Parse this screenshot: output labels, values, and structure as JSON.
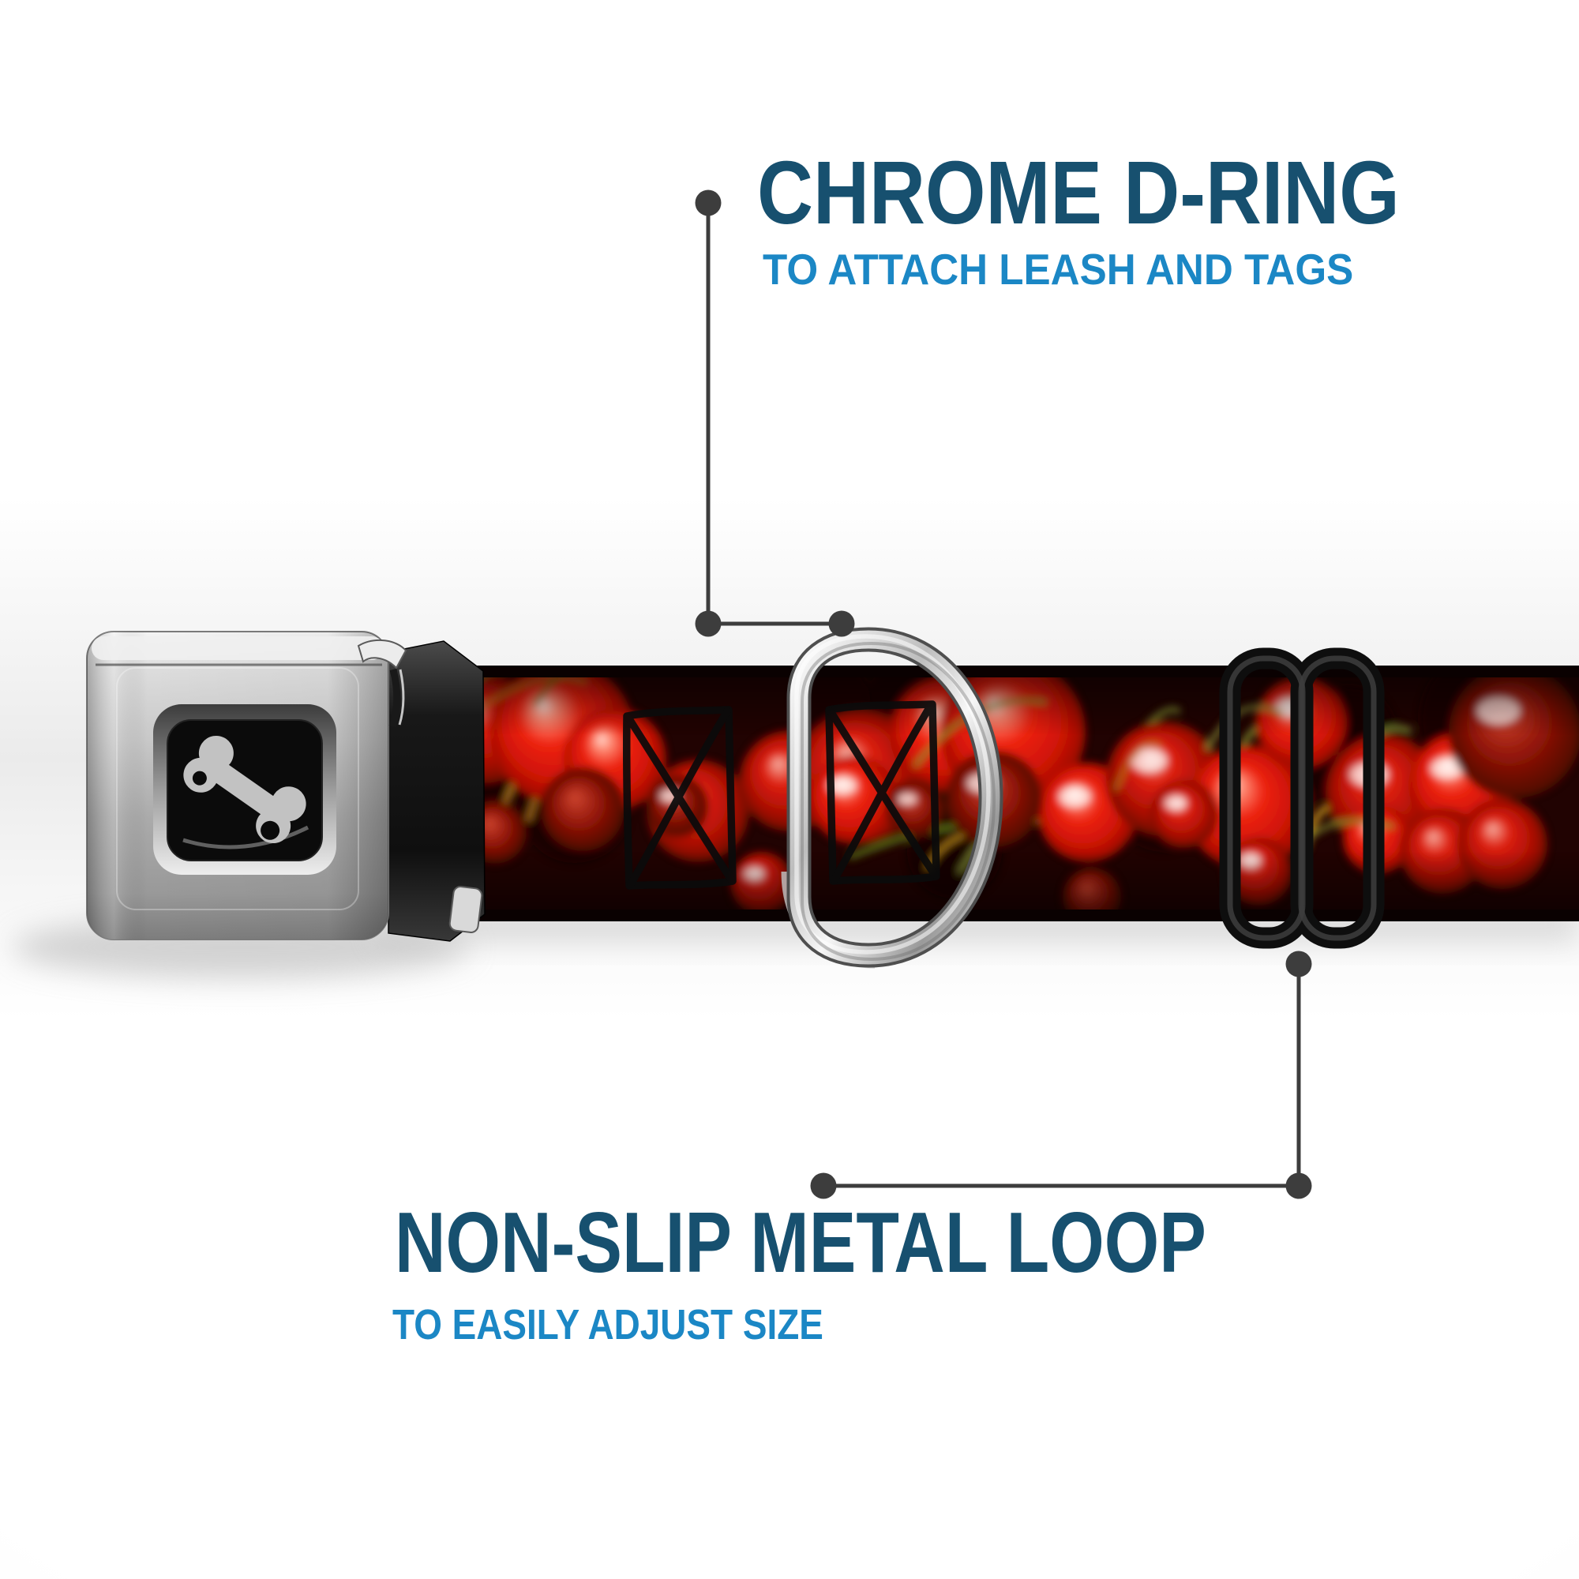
{
  "product": {
    "description": "Seatbelt buckle dog collar with red cherries webbing pattern",
    "buckle_logo": "dog-bone",
    "colors": {
      "title_blue": "#17506F",
      "subtitle_blue": "#1B87C5",
      "callout_gray": "#3D3D3D",
      "cherry_red": "#E01507",
      "strap_edge_black": "#0A0101",
      "chrome_light": "#F2F2F2",
      "chrome_mid": "#9B9B9B",
      "slider_black": "#0E0E0E",
      "bone_gray": "#C2C2C2"
    }
  },
  "callouts": {
    "dring": {
      "title": "CHROME D-RING",
      "subtitle": "TO ATTACH LEASH AND TAGS"
    },
    "loop": {
      "title": "NON-SLIP METAL LOOP",
      "subtitle": "TO EASILY ADJUST SIZE"
    }
  }
}
